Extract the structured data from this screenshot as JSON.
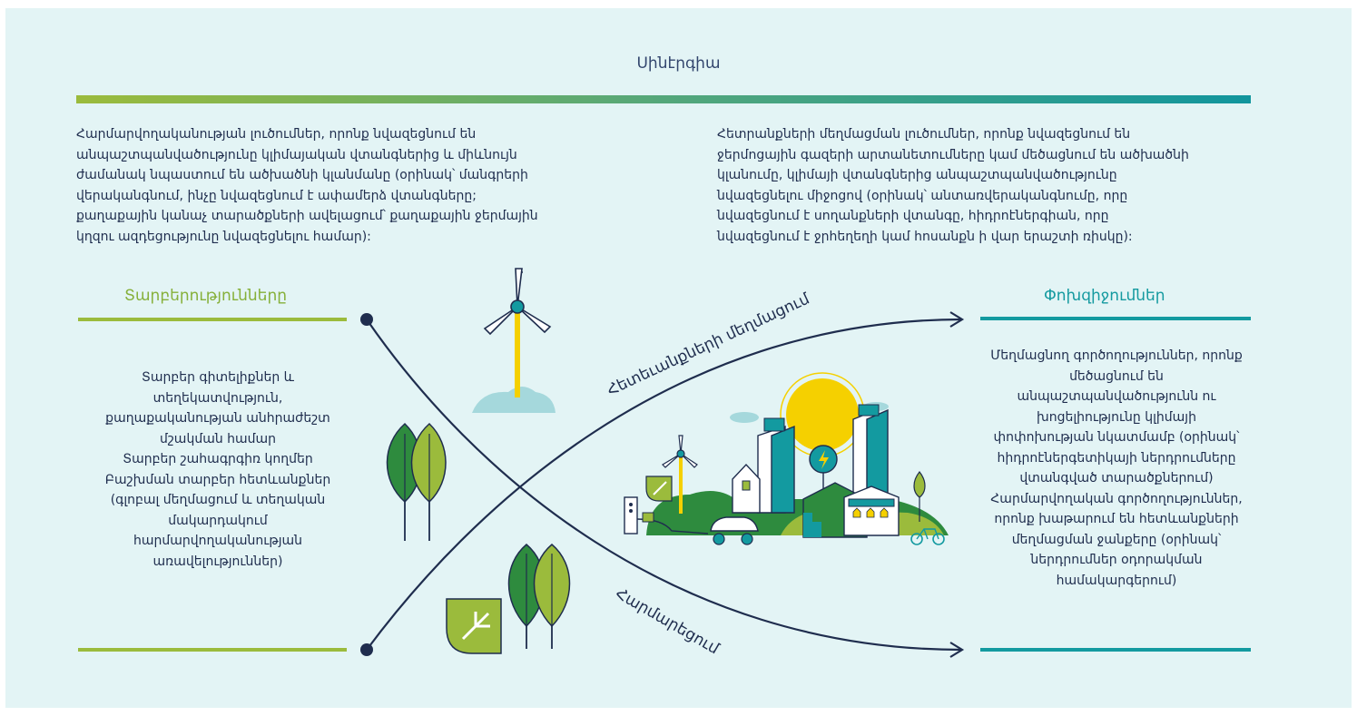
{
  "title": "Սինէրգիա",
  "left_paragraph": [
    "Հարմարվողականության լուծումներ, որոնք նվազեցնում են",
    "անպաշտպանվածությունը կլիմայական վտանգներից և միևնույն",
    "ժամանակ նպաստում են ածխածնի կլանմանը (օրինակ՝ մանգրերի",
    "վերականգնում, ինչը նվազեցնում է ափամերձ վտանգները;",
    "քաղաքային կանաչ տարածքների ավելացում՝ քաղաքային ջերմային",
    "կղզու ազդեցությունը նվազեցնելու համար):"
  ],
  "right_paragraph": [
    "Հետրանքների մեղմացման լուծումներ, որոնք նվազեցնում են",
    "ջերմոցային գազերի արտանետումները կամ մեծացնում են ածխածնի",
    "կլանումը, կլիմայի վտանգներից անպաշտպանվածությունը",
    "նվազեցնելու միջոցով (օրինակ՝ անտառվերականգնումը, որը",
    "նվազեցնում է սողանքների վտանգը, հիդրոէներգիան, որը",
    "նվազեցնում է ջրհեղեղի կամ հոսանքն ի վար երաշտի ռիսկը):"
  ],
  "left_heading": "Տարբերությունները",
  "right_heading": "Փոխզիջումներ",
  "left_items": [
    "Տարբեր գիտելիքներ և",
    "տեղեկատվություն,",
    "քաղաքականության անհրաժեշտ",
    "մշակման համար",
    "Տարբեր շահագրգիռ կողմեր",
    "Բաշխման տարբեր հետևանքներ",
    "(գլոբալ մեղմացում և տեղական",
    "մակարդակում",
    "հարմարվողականության",
    "առավելություններ)"
  ],
  "right_items": [
    "Մեղմացնող գործողություններ, որոնք",
    "մեծացնում են",
    "անպաշտպանվածությունն ու",
    "խոցելիությունը կլիմայի",
    "փոփոխության նկատմամբ (օրինակ՝",
    "հիդրոէներգետիկայի ներդրումները",
    "վտանգված տարածքներում)",
    "Հարմարվողական գործողություններ,",
    "որոնք խաթարում են հետևանքների",
    "մեղմացման ջանքերը (օրինակ՝",
    "ներդրումներ օդորակման",
    "համակարգերում)"
  ],
  "upper_curve_label": "Հետեւանքների մեղմացում",
  "lower_curve_label": "Հարմարեցում",
  "colors": {
    "navy": "#1f2d4e",
    "lime": "#9bbb3c",
    "teal": "#139aa0",
    "background": "#e3f4f5",
    "leaf_dark": "#2e8b3e",
    "sun": "#f5d000"
  }
}
